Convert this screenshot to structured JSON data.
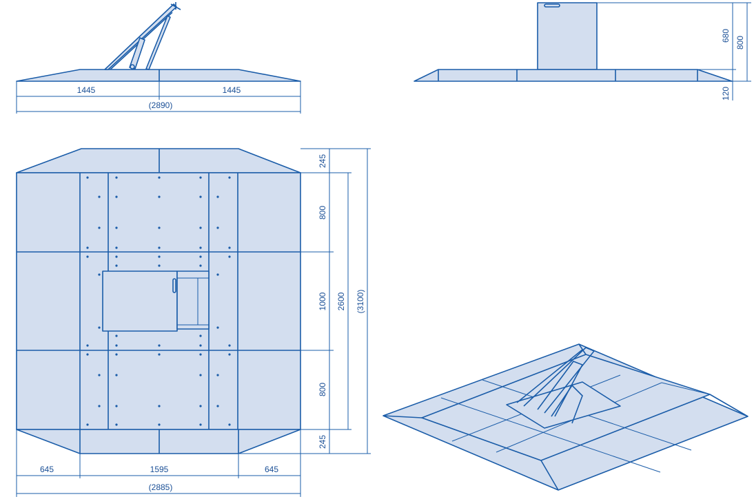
{
  "colors": {
    "fill": "#d3deef",
    "stroke": "#1a5ca8",
    "text": "#1a4f96"
  },
  "side_view": {
    "dims": {
      "left": "1445",
      "right": "1445",
      "total": "(2890)"
    }
  },
  "front_view": {
    "dims": {
      "panel": "680",
      "total": "800",
      "base": "120"
    }
  },
  "plan_view": {
    "dims_right": {
      "top_ramp": "245",
      "upper": "800",
      "middle": "1000",
      "lower": "800",
      "bottom_ramp": "245",
      "inner": "2600",
      "total": "(3100)"
    },
    "dims_bottom": {
      "left": "645",
      "center": "1595",
      "right": "645",
      "total": "(2885)"
    }
  }
}
